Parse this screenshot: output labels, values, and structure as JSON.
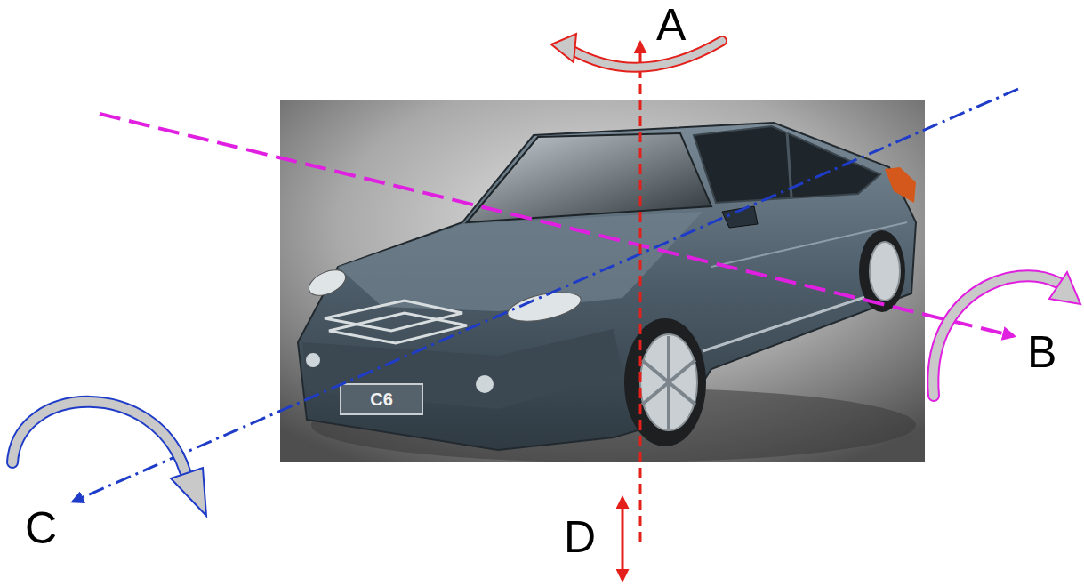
{
  "diagram": {
    "labels": [
      "A",
      "B",
      "C6",
      "C",
      "D"
    ]
  }
}
